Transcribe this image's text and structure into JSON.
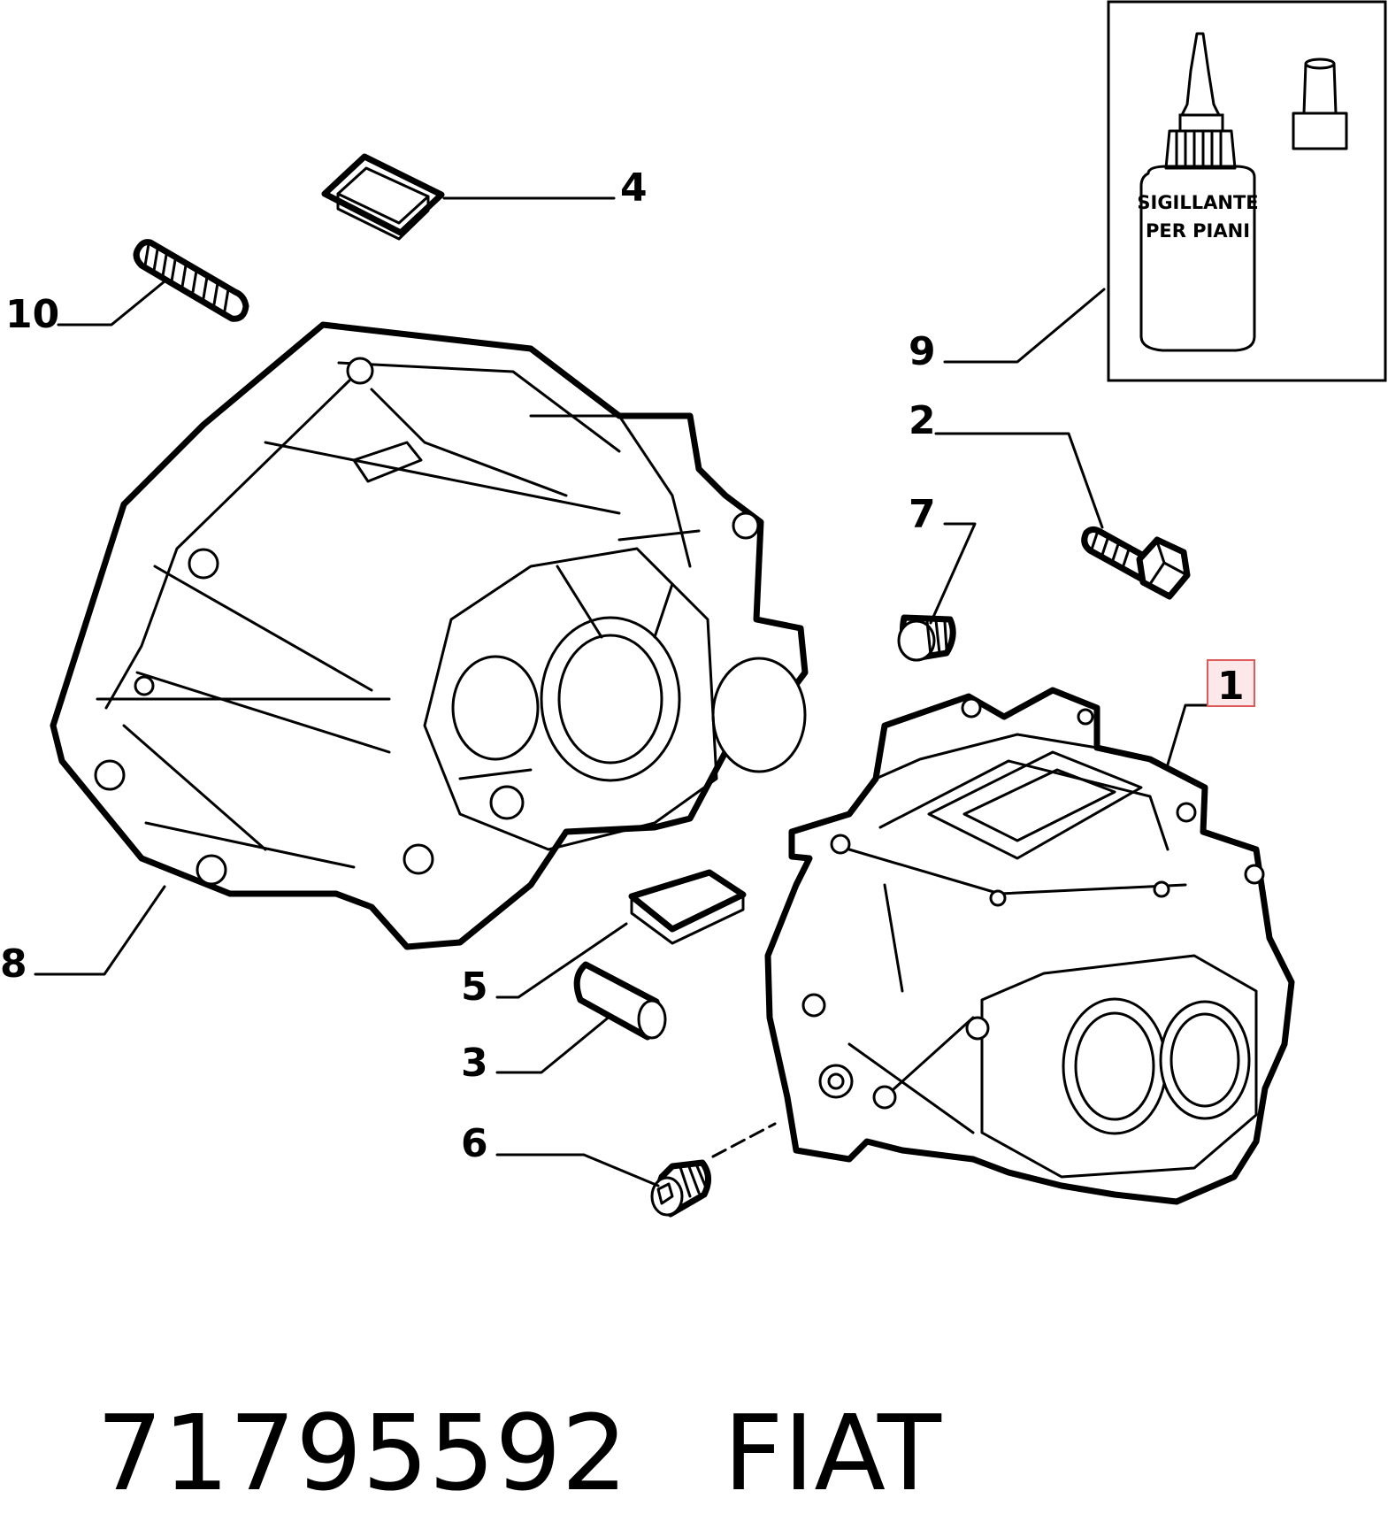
{
  "callouts": {
    "c1": "1",
    "c2": "2",
    "c3": "3",
    "c4": "4",
    "c5": "5",
    "c6": "6",
    "c7": "7",
    "c8": "8",
    "c9": "9",
    "c10": "10"
  },
  "sealant_label": {
    "line1": "SIGILLANTE",
    "line2": "PER PIANI"
  },
  "footer": {
    "part_number": "71795592",
    "brand": "FIAT"
  },
  "highlight_color": "#e05a5a"
}
